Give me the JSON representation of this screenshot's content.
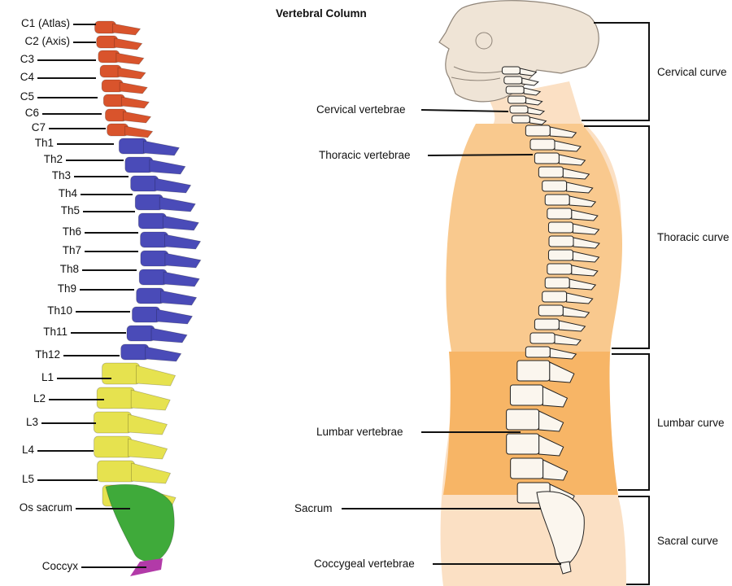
{
  "title": "Vertebral Column",
  "left_labels": [
    "C1 (Atlas)",
    "C2 (Axis)",
    "C3",
    "C4",
    "C5",
    "C6",
    "C7",
    "Th1",
    "Th2",
    "Th3",
    "Th4",
    "Th5",
    "Th6",
    "Th7",
    "Th8",
    "Th9",
    "Th10",
    "Th11",
    "Th12",
    "L1",
    "L2",
    "L3",
    "L4",
    "L5",
    "Os sacrum",
    "Coccyx"
  ],
  "region_colors": {
    "cervical": "#d9542c",
    "thoracic": "#4a4bb8",
    "lumbar": "#e6e24f",
    "sacrum": "#3faa3a",
    "coccyx": "#b23aa8"
  },
  "right_labels": {
    "cervical": "Cervical vertebrae",
    "thoracic": "Thoracic vertebrae",
    "lumbar": "Lumbar vertebrae",
    "sacrum": "Sacrum",
    "coccygeal": "Coccygeal vertebrae"
  },
  "curves": {
    "cervical": "Cervical curve",
    "thoracic": "Thoracic curve",
    "lumbar": "Lumbar curve",
    "sacral": "Sacral curve"
  }
}
